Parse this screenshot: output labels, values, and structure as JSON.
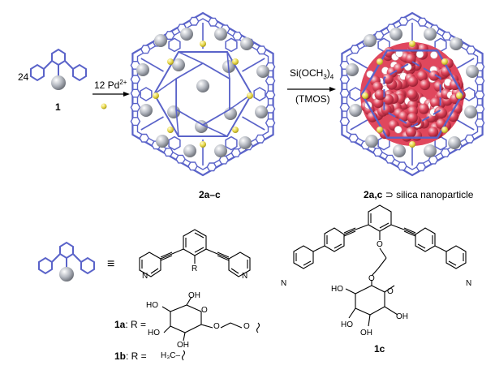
{
  "scheme": {
    "ligand_count": "24",
    "ligand_id": "1",
    "reagent_metal": "12 Pd",
    "reagent_metal_charge": "2+",
    "reagent_silica_1": "Si(OCH",
    "reagent_silica_sub": "3",
    "reagent_silica_2": ")",
    "reagent_silica_sub2": "4",
    "reagent_silica_abbr": "(TMOS)",
    "cage_label": "2a–c",
    "product_label_bold": "2a,c",
    "product_label_rest": " ⊃ silica nanoparticle"
  },
  "ligands": {
    "equivalence_symbol": "≡",
    "r_group": "R",
    "label_1a_id": "1a",
    "label_1a_text": ": R =",
    "label_1b_id": "1b",
    "label_1b_text": ": R =",
    "label_1b_group": "H₃C–",
    "label_1c": "1c",
    "atom_N": "N",
    "atom_O": "O",
    "atom_OH": "OH",
    "atom_HO": "HO"
  },
  "colors": {
    "cage_blue": "#5a63c9",
    "silica_red": "#e0475d",
    "silica_light": "#f3c7cd",
    "sphere_gray": "#b8bcc4",
    "palladium_yellow": "#e8d84a"
  }
}
